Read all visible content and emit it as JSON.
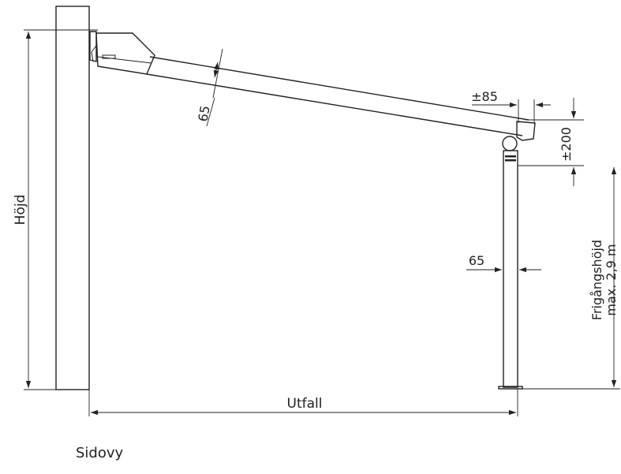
{
  "labels": {
    "height": "Höjd",
    "clearance_line1": "Frigångshöjd",
    "clearance_line2": "max. 2,9 m",
    "projection": "Utfall",
    "arm_width": "65",
    "post_width": "65",
    "horizontal_adjust": "±85",
    "vertical_adjust": "±200"
  },
  "caption": "Sidovy",
  "colors": {
    "line": "#222222",
    "background": "#ffffff"
  }
}
